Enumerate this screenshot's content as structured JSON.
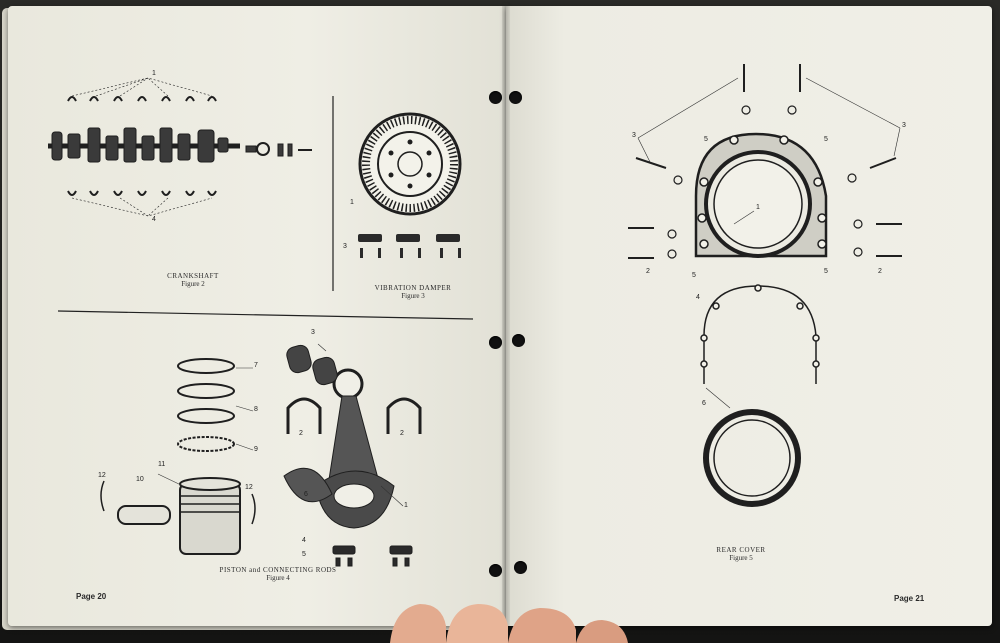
{
  "left_page": {
    "page_number": "Page 20",
    "crankshaft": {
      "title": "CRANKSHAFT",
      "figure": "Figure 2"
    },
    "vibration_damper": {
      "title": "VIBRATION DAMPER",
      "figure": "Figure 3"
    },
    "piston": {
      "title": "PISTON and CONNECTING RODS",
      "figure": "Figure 4"
    },
    "callouts": [
      "1",
      "2",
      "3",
      "4",
      "5",
      "6",
      "7",
      "8",
      "9",
      "10",
      "11",
      "12"
    ]
  },
  "right_page": {
    "page_number": "Page 21",
    "rear_cover": {
      "title": "REAR COVER",
      "figure": "Figure 5"
    },
    "callouts": [
      "1",
      "2",
      "3",
      "4",
      "5",
      "6"
    ]
  },
  "colors": {
    "paper": "#ecebe2",
    "ink": "#1f1f1f",
    "background": "#1e1e1c",
    "skin": "#e2a98c"
  }
}
